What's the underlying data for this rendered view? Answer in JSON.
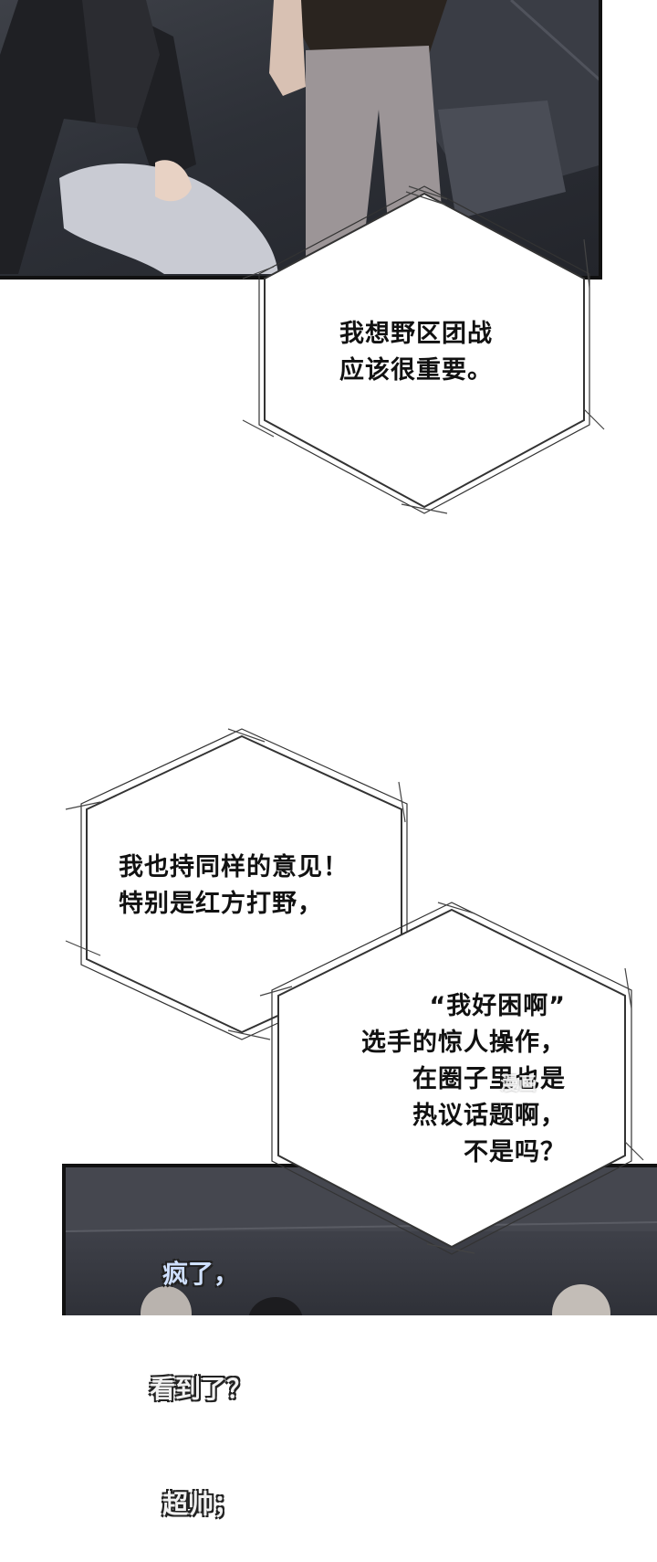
{
  "bubbles": {
    "b1": {
      "text": "我想野区团战\n应该很重要。"
    },
    "b2": {
      "text": "我也持同样的意见！\n特别是红方打野，"
    },
    "b3": {
      "text": "“我好困啊”\n选手的惊人操作，\n在圈子里也是\n热议话题啊，\n不是吗？"
    }
  },
  "sfx": {
    "line1": "疯了，",
    "line2": "看到了？",
    "line3": "超帅；"
  },
  "watermark": {
    "text": "漫画"
  },
  "colors": {
    "bubble_stroke": "#333333",
    "panel_dark": "#2d3037",
    "page_bg": "#ffffff"
  }
}
